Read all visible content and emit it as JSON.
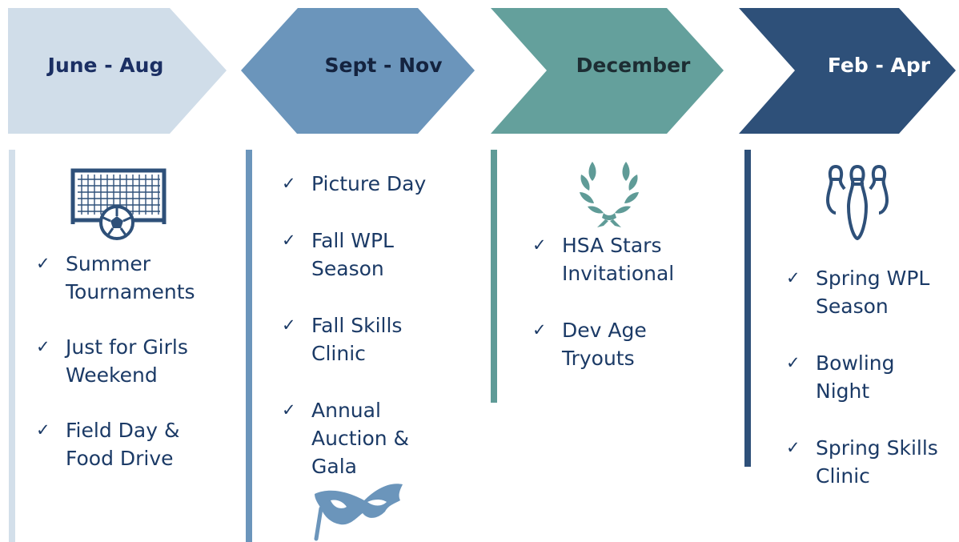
{
  "phases": [
    {
      "label": "June - Aug",
      "color": "#d0dde9",
      "text_color": "#1b2f63",
      "bar_color": "#d3dfea",
      "icon": "soccer-goal-icon",
      "items": [
        "Summer Tournaments",
        "Just for Girls Weekend",
        "Field Day & Food Drive"
      ]
    },
    {
      "label": "Sept - Nov",
      "color": "#6b95bb",
      "text_color": "#14233f",
      "bar_color": "#6b95bb",
      "icon": "mask-icon",
      "items": [
        "Picture Day",
        "Fall WPL Season",
        "Fall Skills Clinic",
        "Annual Auction & Gala"
      ]
    },
    {
      "label": "December",
      "color": "#64a09c",
      "text_color": "#1d2d33",
      "bar_color": "#5f9b97",
      "icon": "laurel-wreath-icon",
      "items": [
        "HSA Stars Invitational",
        "Dev Age Tryouts"
      ]
    },
    {
      "label": "Feb - Apr",
      "color": "#2e5079",
      "text_color": "#ffffff",
      "bar_color": "#2e5079",
      "icon": "bowling-pins-icon",
      "items": [
        "Spring WPL Season",
        "Bowling Night",
        "Spring Skills Clinic"
      ]
    }
  ],
  "check_glyph": "✓"
}
